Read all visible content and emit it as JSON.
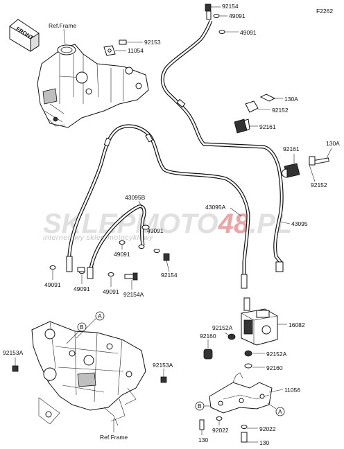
{
  "figure_code": "F2262",
  "front_label": "FRONT",
  "ref_frame_top": "Ref.Frame",
  "ref_frame_bottom": "Ref.Frame",
  "watermark": {
    "brand_part1": "SKLEPMOTO",
    "brand_part2": "48",
    "brand_part3": ".PL",
    "tagline": "internetowy sklep motocyklowy"
  },
  "callouts": {
    "a_upper": "A",
    "b_upper": "B",
    "a_lower": "A",
    "b_lower": "B"
  },
  "parts": {
    "p92154_top": "92154",
    "p49091_top1": "49091",
    "p49091_top2": "49091",
    "p92153_top": "92153",
    "p11054": "11054",
    "p130A_1": "130A",
    "p92152_1": "92152",
    "p92161_1": "92161",
    "p92161_2": "92161",
    "p130A_2": "130A",
    "p92152_2": "92152",
    "p43095B": "43095B",
    "p43095A": "43095A",
    "p43095": "43095",
    "p49091_mid1": "49091",
    "p49091_mid2": "49091",
    "p92154_mid": "92154",
    "p49091_l1": "49091",
    "p49091_l2": "49091",
    "p49091_l3": "49091",
    "p92154A": "92154A",
    "p16082": "16082",
    "p92152A_1": "92152A",
    "p92160_1": "92160",
    "p92152A_2": "92152A",
    "p92160_2": "92160",
    "p92153A_left": "92153A",
    "p92153A_right": "92153A",
    "p11056": "11056",
    "p92022_1": "92022",
    "p92022_2": "92022",
    "p130_1": "130",
    "p130_2": "130"
  }
}
